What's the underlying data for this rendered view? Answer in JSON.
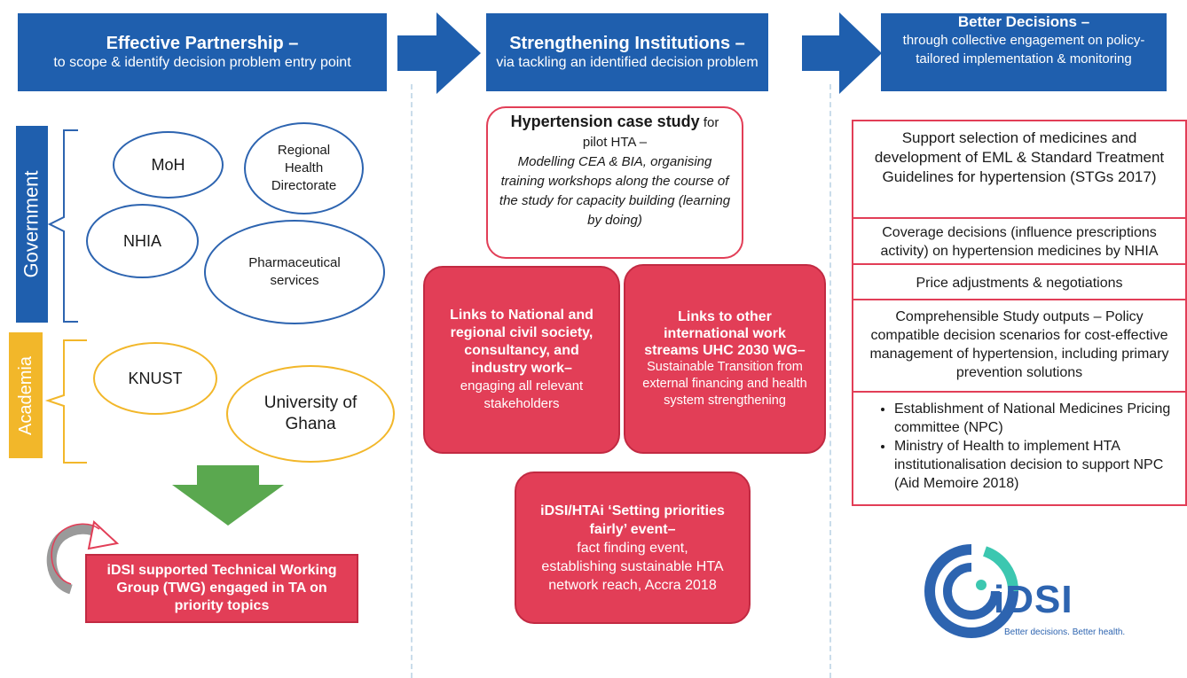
{
  "headers": {
    "partnership": {
      "title": "Effective Partnership –",
      "subtitle": "to scope & identify decision problem entry point"
    },
    "institutions": {
      "title": "Strengthening Institutions –",
      "subtitle": "via tackling an identified decision problem"
    },
    "decisions": {
      "title": "Better Decisions –",
      "subtitle": "through collective engagement on policy-tailored implementation & monitoring"
    }
  },
  "groups": {
    "government": {
      "label": "Government",
      "members": [
        "MoH",
        "Regional Health Directorate",
        "NHIA",
        "Pharmaceutical services"
      ]
    },
    "academia": {
      "label": "Academia",
      "members": [
        "KNUST",
        "University of Ghana"
      ]
    }
  },
  "twg_box": "iDSI supported Technical Working Group (TWG) engaged in TA on priority topics",
  "case_study": {
    "bold": "Hypertension case study",
    "rest": " for pilot HTA –",
    "italic": "Modelling CEA & BIA, organising training workshops along the course of the study for capacity building (learning by doing)"
  },
  "links_national": {
    "bold": "Links to National and regional civil society, consultancy, and industry work–",
    "normal": "engaging all relevant stakeholders"
  },
  "links_international": {
    "bold": "Links to other international work streams UHC 2030 WG–",
    "normal": "Sustainable Transition from external financing and health system strengthening"
  },
  "event": {
    "bold": "iDSI/HTAi ‘Setting priorities fairly’ event–",
    "normal": "fact finding event, establishing sustainable HTA network reach, Accra 2018"
  },
  "outcomes": [
    "Support selection of medicines and development of EML & Standard Treatment Guidelines for hypertension (STGs 2017)",
    "Coverage decisions (influence prescriptions activity) on hypertension medicines by NHIA",
    "Price adjustments & negotiations",
    "Comprehensible Study outputs – Policy compatible decision scenarios for cost-effective management of hypertension, including primary prevention solutions"
  ],
  "outcome_bullets": [
    "Establishment of National Medicines Pricing committee (NPC)",
    "Ministry of Health to implement HTA institutionalisation decision to support NPC (Aid Memoire 2018)"
  ],
  "logo": {
    "name": "iDSI",
    "tagline": "Better decisions. Better health."
  },
  "colors": {
    "header_blue": "#1f5fae",
    "red": "#e23e57",
    "academia_yellow": "#f2b72a",
    "arrow_green": "#5aa84f"
  }
}
